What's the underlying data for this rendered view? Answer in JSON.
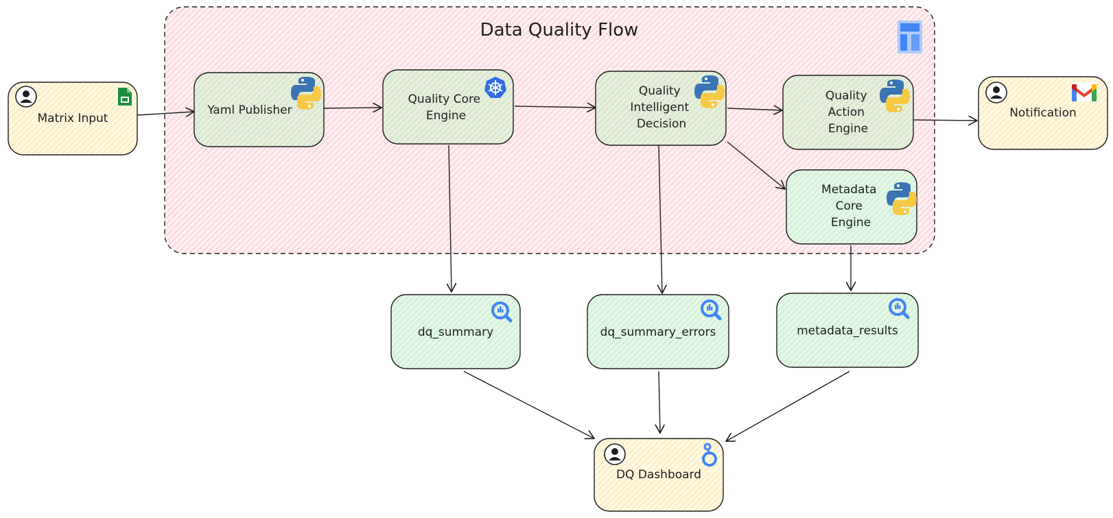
{
  "diagram": {
    "title": "Data Quality Flow",
    "nodes": {
      "matrix_input": {
        "lines": [
          "Matrix Input"
        ],
        "kind": "actor",
        "icons": [
          "user-icon",
          "sheets-icon"
        ]
      },
      "yaml_publisher": {
        "lines": [
          "Yaml Publisher"
        ],
        "kind": "process",
        "icons": [
          "python-icon"
        ]
      },
      "quality_core_engine": {
        "lines": [
          "Quality Core",
          "Engine"
        ],
        "kind": "process",
        "icons": [
          "kubernetes-icon"
        ]
      },
      "quality_intelligent_decision": {
        "lines": [
          "Quality",
          "Intelligent",
          "Decision"
        ],
        "kind": "process",
        "icons": [
          "python-icon"
        ]
      },
      "quality_action_engine": {
        "lines": [
          "Quality",
          "Action",
          "Engine"
        ],
        "kind": "process",
        "icons": [
          "python-icon"
        ]
      },
      "metadata_core_engine": {
        "lines": [
          "Metadata",
          "Core",
          "Engine"
        ],
        "kind": "process",
        "icons": [
          "python-icon"
        ]
      },
      "notification": {
        "lines": [
          "Notification"
        ],
        "kind": "actor",
        "icons": [
          "user-icon",
          "gmail-icon"
        ]
      },
      "dq_summary": {
        "lines": [
          "dq_summary"
        ],
        "kind": "table",
        "icons": [
          "bigquery-icon"
        ]
      },
      "dq_summary_errors": {
        "lines": [
          "dq_summary_errors"
        ],
        "kind": "table",
        "icons": [
          "bigquery-icon"
        ]
      },
      "metadata_results": {
        "lines": [
          "metadata_results"
        ],
        "kind": "table",
        "icons": [
          "bigquery-icon"
        ]
      },
      "dq_dashboard": {
        "lines": [
          "DQ Dashboard"
        ],
        "kind": "actor",
        "icons": [
          "user-icon",
          "looker-icon"
        ]
      }
    },
    "group_icon": "dataflow-icon",
    "edges": [
      [
        "matrix_input",
        "yaml_publisher"
      ],
      [
        "yaml_publisher",
        "quality_core_engine"
      ],
      [
        "quality_core_engine",
        "quality_intelligent_decision"
      ],
      [
        "quality_intelligent_decision",
        "quality_action_engine"
      ],
      [
        "quality_intelligent_decision",
        "metadata_core_engine"
      ],
      [
        "quality_action_engine",
        "notification"
      ],
      [
        "quality_core_engine",
        "dq_summary"
      ],
      [
        "quality_intelligent_decision",
        "dq_summary_errors"
      ],
      [
        "metadata_core_engine",
        "metadata_results"
      ],
      [
        "dq_summary",
        "dq_dashboard"
      ],
      [
        "dq_summary_errors",
        "dq_dashboard"
      ],
      [
        "metadata_results",
        "dq_dashboard"
      ]
    ],
    "colors": {
      "group_fill": "#fbe3e6",
      "group_stroke": "#1e1e1e",
      "actor_fill": "#fdf3cf",
      "process_fill": "#dde9d3",
      "table_fill": "#d9f3de",
      "stroke": "#1e1e1e",
      "python_blue": "#3a74b2",
      "python_yellow": "#f6c945",
      "bigquery_blue": "#4285f4",
      "kubernetes_blue": "#326ce5",
      "sheets_green": "#1e8e3e",
      "dataflow_blue": "#4285f4"
    }
  }
}
